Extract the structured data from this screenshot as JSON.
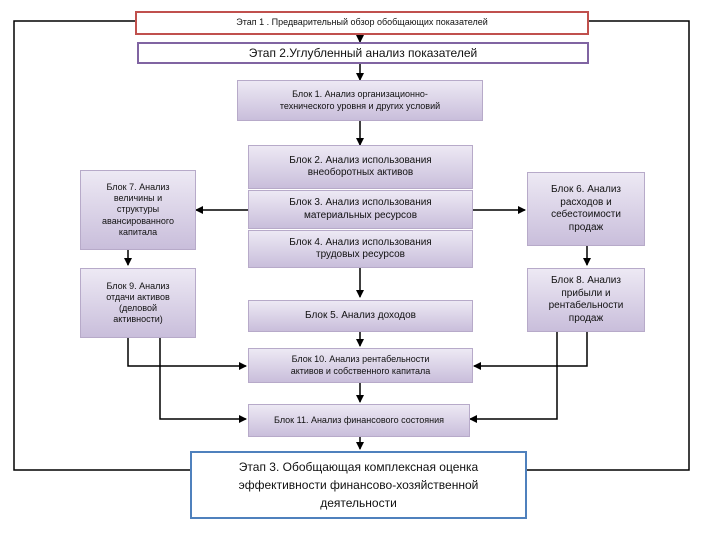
{
  "stage1": {
    "label": "Этап 1 . Предварительный обзор обобщающих показателей"
  },
  "stage2": {
    "label": "Этап 2.Углубленный анализ показателей"
  },
  "stage3": {
    "line1": "Этап 3. Обобщающая комплексная оценка",
    "line2": "эффективности финансово-хозяйственной",
    "line3": "деятельности"
  },
  "blocks": {
    "b1": {
      "line1": "Блок 1. Анализ организационно-",
      "line2": "технического уровня и других условий"
    },
    "b2": {
      "line1": "Блок 2. Анализ использования",
      "line2": "внеоборотных активов"
    },
    "b3": {
      "line1": "Блок 3. Анализ использования",
      "line2": "материальных ресурсов"
    },
    "b4": {
      "line1": "Блок 4. Анализ использования",
      "line2": "трудовых ресурсов"
    },
    "b5": {
      "line1": "Блок 5. Анализ доходов"
    },
    "b6": {
      "line1": "Блок 6. Анализ",
      "line2": "расходов и",
      "line3": "себестоимости",
      "line4": "продаж"
    },
    "b7": {
      "line1": "Блок 7. Анализ",
      "line2": "величины и",
      "line3": "структуры",
      "line4": "авансированного",
      "line5": "капитала"
    },
    "b8": {
      "line1": "Блок 8. Анализ",
      "line2": "прибыли и",
      "line3": "рентабельности",
      "line4": "продаж"
    },
    "b9": {
      "line1": "Блок 9. Анализ",
      "line2": "отдачи активов",
      "line3": "(деловой",
      "line4": "активности)"
    },
    "b10": {
      "line1": "Блок 10. Анализ рентабельности",
      "line2": "активов и собственного капитала"
    },
    "b11": {
      "line1": "Блок 11. Анализ финансового состояния"
    }
  },
  "colors": {
    "stage1": "#c0504d",
    "stage2": "#8064a2",
    "stage3": "#4f81bd",
    "block_fill": "#d9d2e6",
    "connector": "#000000"
  }
}
